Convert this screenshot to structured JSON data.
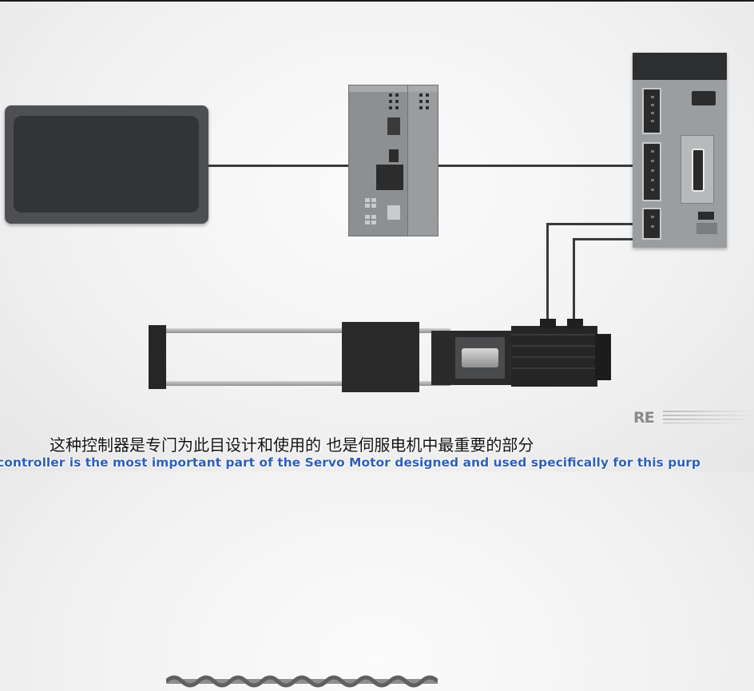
{
  "subtitles": {
    "chinese": "这种控制器是专门为此目设计和使用的  也是伺服电机中最重要的部分",
    "english": "controller is the most important part of the Servo Motor designed and used specifically for this purp"
  },
  "logo": {
    "text": "RE"
  },
  "colors": {
    "background": "#f2f2f2",
    "device_dark": "#2a2a2a",
    "device_gray": "#9b9ea0",
    "subtitle_english": "#2e5fb8"
  }
}
